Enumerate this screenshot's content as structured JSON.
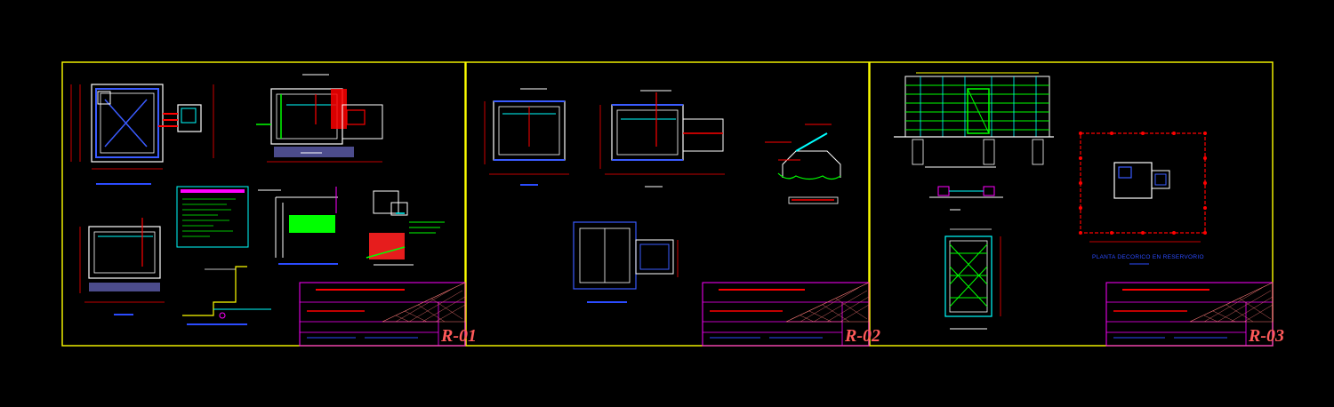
{
  "sheets": [
    {
      "number": "R-01"
    },
    {
      "number": "R-02"
    },
    {
      "number": "R-03"
    }
  ],
  "sheet3": {
    "plan_title": "PLANTA DECORICO EN RESERVORIO"
  },
  "colors": {
    "background": "#000000",
    "sheet_border": "#ffff00",
    "title_block": "#ff00ff",
    "walls": "#ffffff",
    "dimensions": "#ff0000",
    "water": "#00ffff",
    "labels": "#0033ff",
    "rebar": "#00ff00"
  }
}
